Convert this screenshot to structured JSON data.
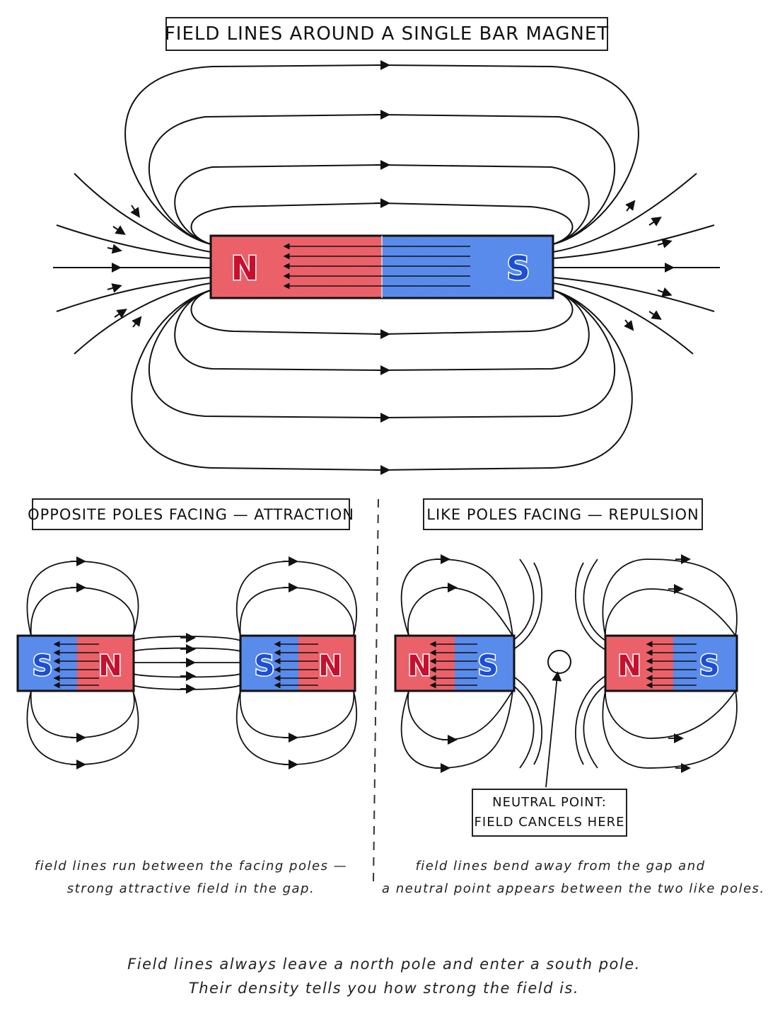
{
  "main_title": "FIELD LINES AROUND A SINGLE BAR MAGNET",
  "panels": {
    "attraction": {
      "title": "OPPOSITE POLES FACING — ATTRACTION",
      "caption": [
        "field lines run between the facing poles —",
        "strong attractive field in the gap."
      ]
    },
    "repulsion": {
      "title": "LIKE POLES FACING — REPULSION",
      "callout": [
        "NEUTRAL POINT:",
        "FIELD CANCELS HERE"
      ],
      "caption": [
        "field lines bend away from the gap and",
        "a neutral point appears between the two like poles."
      ]
    }
  },
  "footer": [
    "Field lines always leave a north pole and enter a south pole.",
    "Their density tells you how strong the field is."
  ],
  "poles": {
    "north": "N",
    "south": "S"
  },
  "colors": {
    "north": "#f0636b",
    "south": "#5b8ef0",
    "north_letter": "#c8102e",
    "south_letter": "#1c4fd6",
    "line": "#111111"
  }
}
